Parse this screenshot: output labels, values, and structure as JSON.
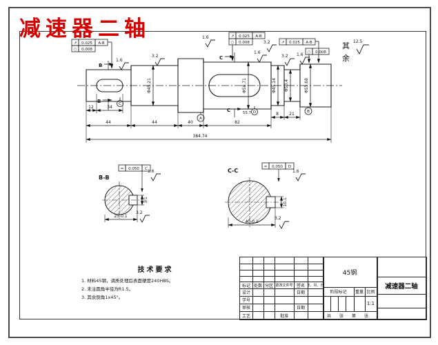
{
  "page": {
    "title": "减速器二轴"
  },
  "general_roughness": {
    "char1": "其",
    "char2": "余",
    "value": "12.5"
  },
  "front_view": {
    "section_b": "B",
    "section_c": "C",
    "dims": {
      "d12": "12",
      "d34": "34",
      "d44a": "44",
      "d44b": "44",
      "d40": "40",
      "d82": "82",
      "d8": "8",
      "d21": "21",
      "d557": "55.7",
      "total": "384.74"
    },
    "diameters": {
      "d1": "Φ45.21",
      "d2": "Φ58.71",
      "d3": "Φ45.14",
      "d4": "Φ50.4",
      "d5": "Φ55.68"
    },
    "roughness": {
      "r1": "1.6",
      "r2": "3.2",
      "r3": "1.6",
      "r4": "3.2",
      "r5": "1.6",
      "r6": "3.2",
      "r7": "1.6"
    },
    "tolerances": {
      "f1": {
        "sym1": "↗",
        "val1": "0.025",
        "ref1": "A-B",
        "sym2": "○",
        "val2": "0.008"
      },
      "f2": {
        "sym1": "↗",
        "val1": "0.025",
        "ref1": "A-B",
        "sym2": "○",
        "val2": "0.008"
      },
      "f3": {
        "sym": "↗",
        "val": "0.025",
        "ref": "A-B"
      },
      "f4": {
        "sym": "○",
        "val": "0.008"
      }
    },
    "datums": {
      "a": "A",
      "b": "B",
      "c": "C",
      "d": "D"
    }
  },
  "section_bb": {
    "label": "B-B",
    "tol": {
      "sym": "=",
      "val": "0.050",
      "ref": "C"
    },
    "roughness_top": "1.6",
    "roughness_bottom": "3.2",
    "dim_width": "25-0.1",
    "dim_depth": "3.1"
  },
  "section_cc": {
    "label": "C-C",
    "tol": {
      "sym": "=",
      "val": "0.050",
      "ref": "D"
    },
    "roughness_top": "1.6",
    "roughness_bottom": "3.2",
    "dim_width": "40-0.1",
    "dim_depth": "10.1"
  },
  "tech_req": {
    "title": "技术要求",
    "items": [
      "1. 材料45钢，调质处理后表面硬度240HBS。",
      "2. 未注圆角半径为R1.5。",
      "3. 其余倒角1x45°。"
    ]
  },
  "title_block": {
    "material": "45钢",
    "drawing_title": "减速器二轴",
    "header": {
      "mark": "标记",
      "count": "处数",
      "zone": "分区",
      "file_no": "更改文件号",
      "sign": "签名",
      "date": "年、月、日"
    },
    "rows": {
      "design": "设计",
      "check": "学号",
      "audit": "审核",
      "process": "工艺",
      "approve": "批准",
      "date1": "日期",
      "date2": "日期"
    },
    "stage": "阶段标记",
    "weight": "重量",
    "scale_label": "比例",
    "scale": "1:1",
    "sheets": {
      "s1": "共",
      "s2": "张",
      "s3": "第",
      "s4": "张"
    }
  }
}
